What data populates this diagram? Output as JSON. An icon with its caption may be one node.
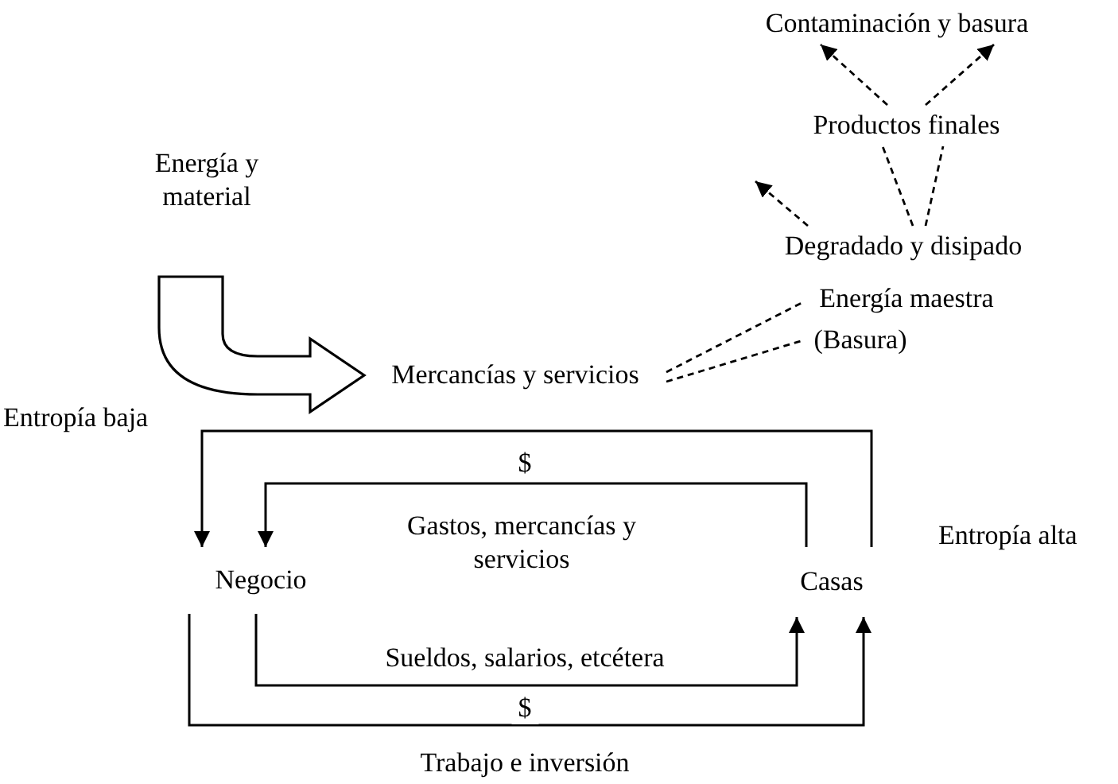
{
  "diagram": {
    "nodes": [
      {
        "text": [
          "Contaminación y basura"
        ]
      },
      {
        "text": [
          "Productos finales"
        ]
      },
      {
        "text": [
          "Degradado y disipado"
        ]
      },
      {
        "text": [
          "Energía y material"
        ]
      },
      {
        "text": [
          "Mercancías y servicios"
        ]
      },
      {
        "text": [
          "Energía maestra"
        ]
      },
      {
        "text": [
          "(Basura)"
        ]
      },
      {
        "text": [
          "Negocio"
        ]
      },
      {
        "text": [
          "Casas"
        ]
      }
    ],
    "edges": [
      {
        "from": 1,
        "to": 0,
        "arrow": "to",
        "style": "dashed"
      },
      {
        "from": 1,
        "to": 0,
        "arrow": "to",
        "style": "dashed"
      },
      {
        "from": 2,
        "to": 1,
        "arrow": "none",
        "style": "dashed"
      },
      {
        "from": 2,
        "to": 1,
        "arrow": "none",
        "style": "dashed"
      },
      {
        "from": 2,
        "to": null,
        "arrow": "to",
        "style": "dashed"
      },
      {
        "from": 3,
        "to": 4,
        "arrow": "to",
        "style": "thick"
      },
      {
        "from": 4,
        "to": 5,
        "arrow": "none",
        "style": "dashed"
      },
      {
        "from": 4,
        "to": 6,
        "arrow": "none",
        "style": "dashed"
      },
      {
        "from": 8,
        "to": 7,
        "arrow": "to"
      },
      {
        "from": 8,
        "to": 7,
        "arrow": "to",
        "label": "$"
      },
      {
        "from": 7,
        "to": 8,
        "arrow": "to",
        "label": "$"
      },
      {
        "from": 7,
        "to": 8,
        "arrow": "to"
      }
    ],
    "labels": [
      "Entropía baja",
      "Gastos, mercancías y servicios",
      "Entropía alta",
      "Sueldos, salarios, etcétera",
      "Trabajo e inversión"
    ]
  }
}
